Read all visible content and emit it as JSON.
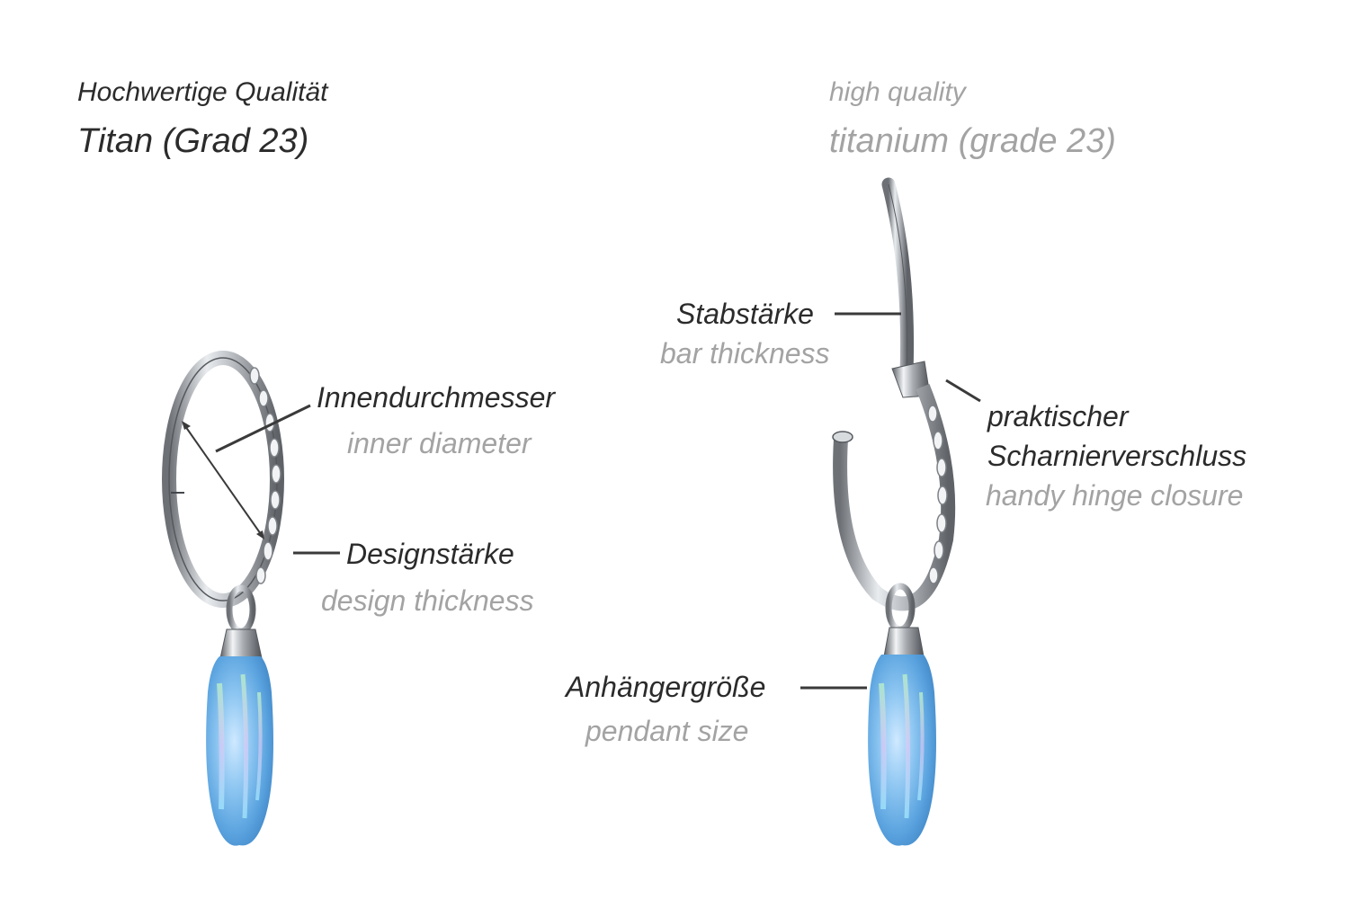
{
  "header": {
    "de_line1": "Hochwertige Qualität",
    "de_line2": "Titan (Grad 23)",
    "en_line1": "high quality",
    "en_line2": "titanium (grade 23)"
  },
  "labels": {
    "inner_diameter": {
      "de": "Innendurchmesser",
      "en": "inner diameter"
    },
    "design_thickness": {
      "de": "Designstärke",
      "en": "design thickness"
    },
    "bar_thickness": {
      "de": "Stabstärke",
      "en": "bar thickness"
    },
    "hinge": {
      "de_line1": "praktischer",
      "de_line2": "Scharnierverschluss",
      "en": "handy hinge closure"
    },
    "pendant_size": {
      "de": "Anhängergröße",
      "en": "pendant size"
    }
  },
  "colors": {
    "label_dark": "#2b2b2b",
    "label_grey": "#a3a3a3",
    "metal": "#9a9ea3",
    "opal": "#79b8e8"
  }
}
